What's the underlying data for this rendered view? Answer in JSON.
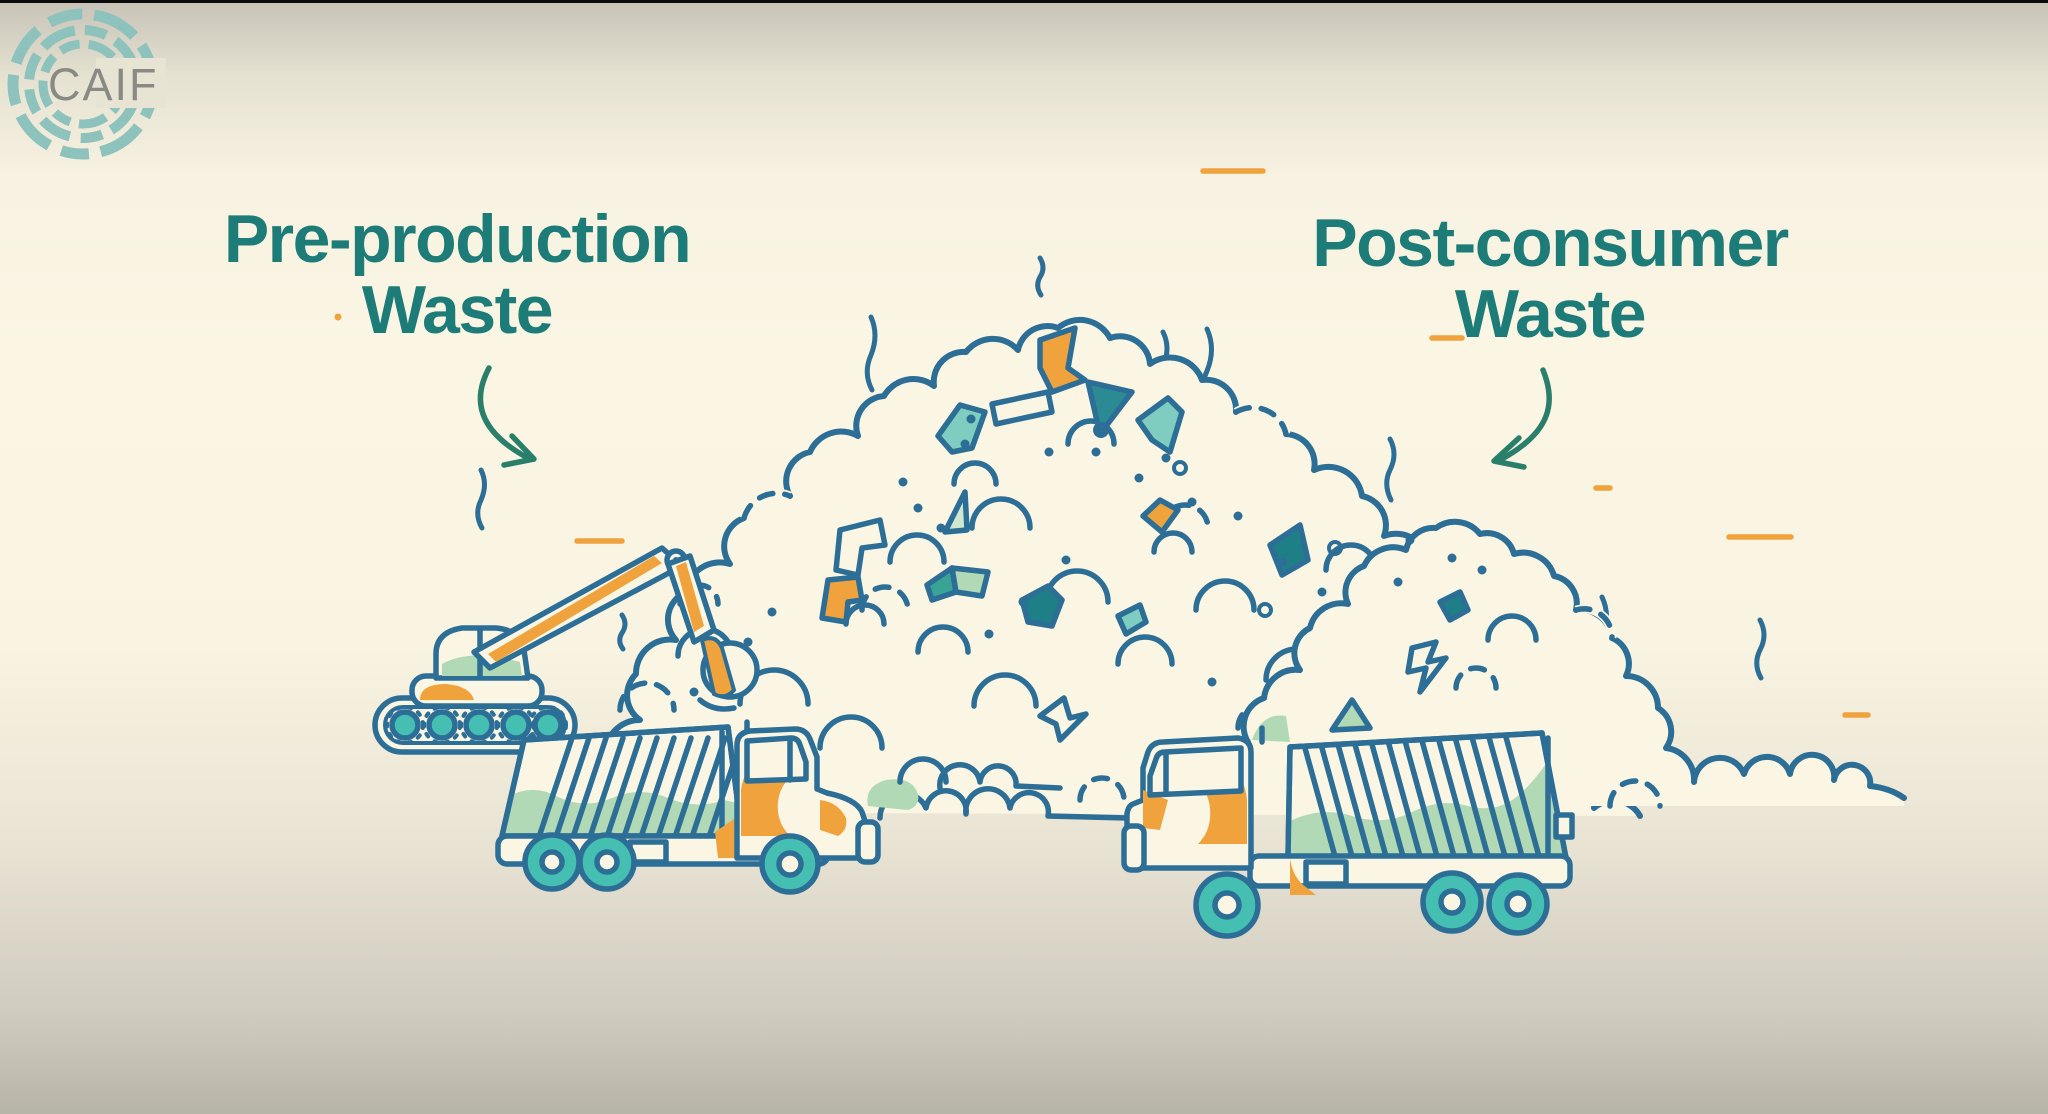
{
  "logo": {
    "text": "CAIF"
  },
  "headings": {
    "left": {
      "line1": "Pre-production",
      "line2": "Waste"
    },
    "right": {
      "line1": "Post-consumer",
      "line2": "Waste"
    }
  },
  "palette": {
    "cream": "#fbf6e4",
    "bg_top_gray": "#c6c2b6",
    "bg_bottom_gray": "#b7b4a8",
    "top_bar_black": "#0b0b0b",
    "outline_blue": "#2d6e96",
    "heading_teal": "#1d7b78",
    "arrow_green": "#2a7f6b",
    "orange": "#f0a23c",
    "teal_fill": "#39a496",
    "blue_teal_fill": "#2b8a93",
    "dark_teal_fill": "#1f7f86",
    "light_teal_fill": "#7fcdc0",
    "light_green_fill": "#b2d9b5",
    "pale_green_fill": "#cde8cf",
    "wheel_teal": "#45bfb2",
    "logo_ring_teal": "#8ec2bd",
    "logo_text_gray": "#8a8a84",
    "logo_text_patch": "#e8e4d4"
  }
}
